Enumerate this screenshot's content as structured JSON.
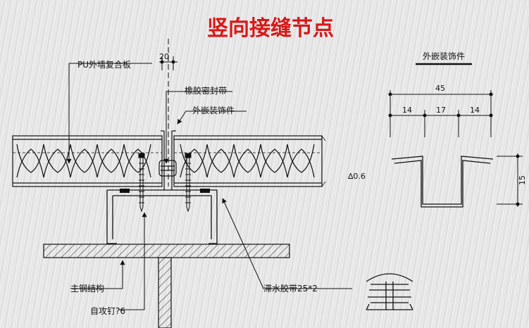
{
  "title": "竖向接缝节点",
  "labels": {
    "pu_panel": "PU外墙复合板",
    "rubber_seal": "橡胶密封带",
    "outer_trim": "外嵌装饰件",
    "main_steel": "主钢结构",
    "tapping_screw": "自攻钉?6",
    "water_stop_tape": "滞水胶带25*2"
  },
  "detail": {
    "title": "外嵌装饰件",
    "dim_total": "45",
    "dim_left": "14",
    "dim_mid": "17",
    "dim_right": "14",
    "dim_height": "15",
    "thickness": "∆0.6"
  },
  "joint_dim": "20"
}
